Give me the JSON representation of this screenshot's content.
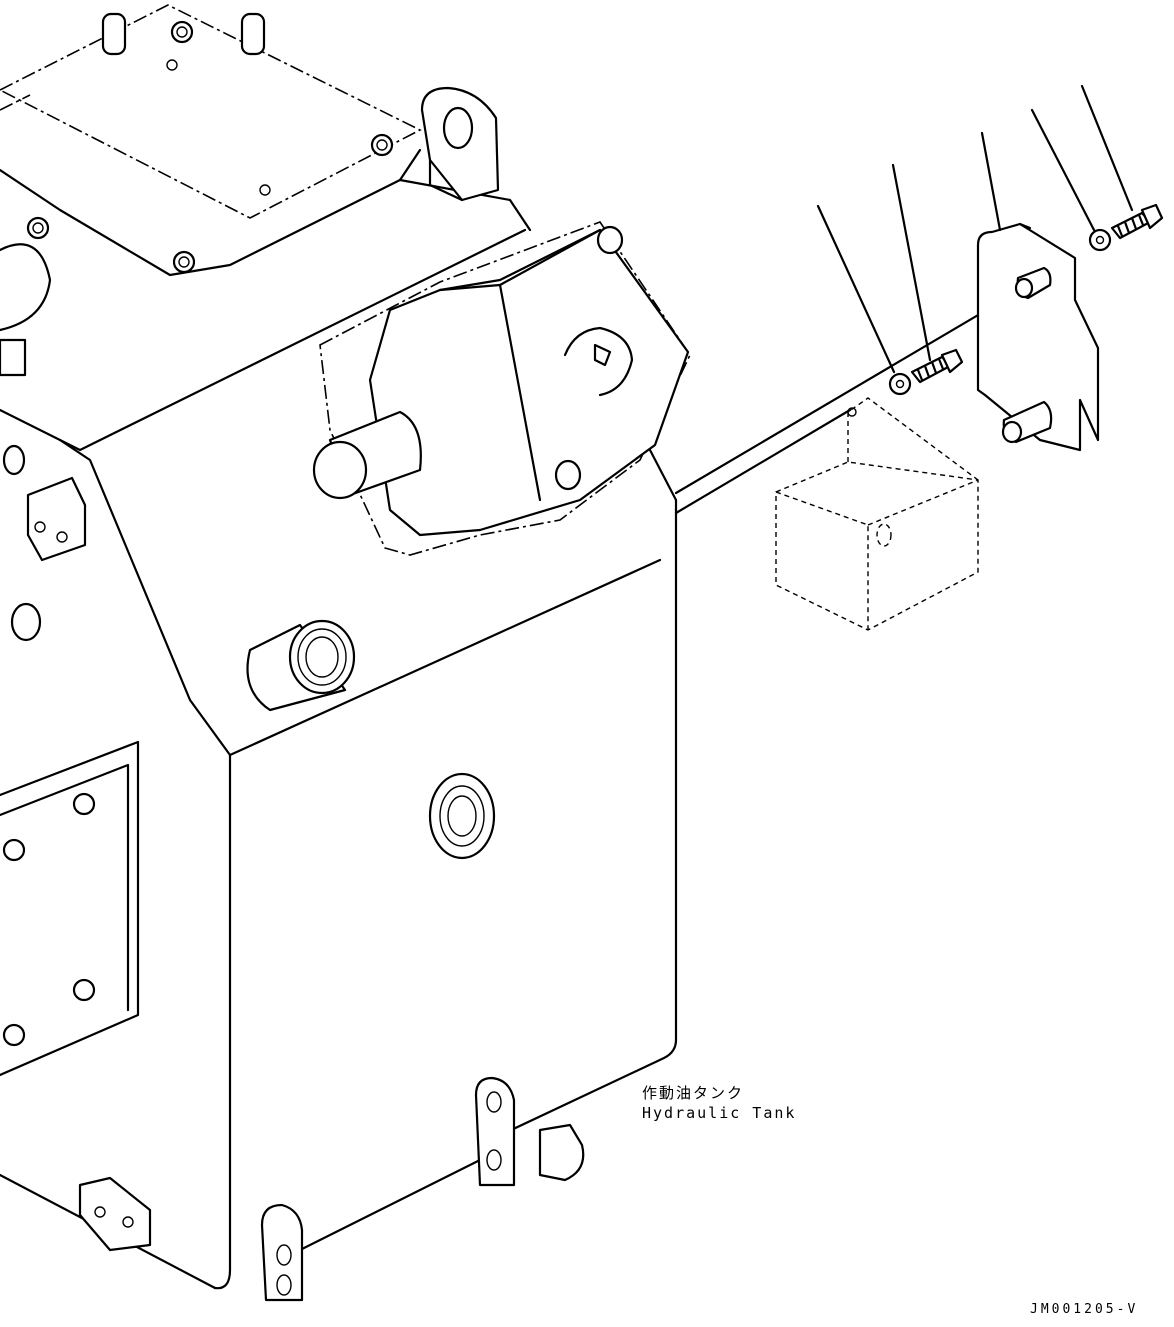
{
  "labels": {
    "tank_jp": "作動油タンク",
    "tank_en": "Hydraulic Tank"
  },
  "figure_id": "JM001205-V",
  "parts": [
    {
      "name": "washer-left"
    },
    {
      "name": "bolt-left"
    },
    {
      "name": "bracket"
    },
    {
      "name": "washer-right"
    },
    {
      "name": "bolt-right"
    }
  ]
}
